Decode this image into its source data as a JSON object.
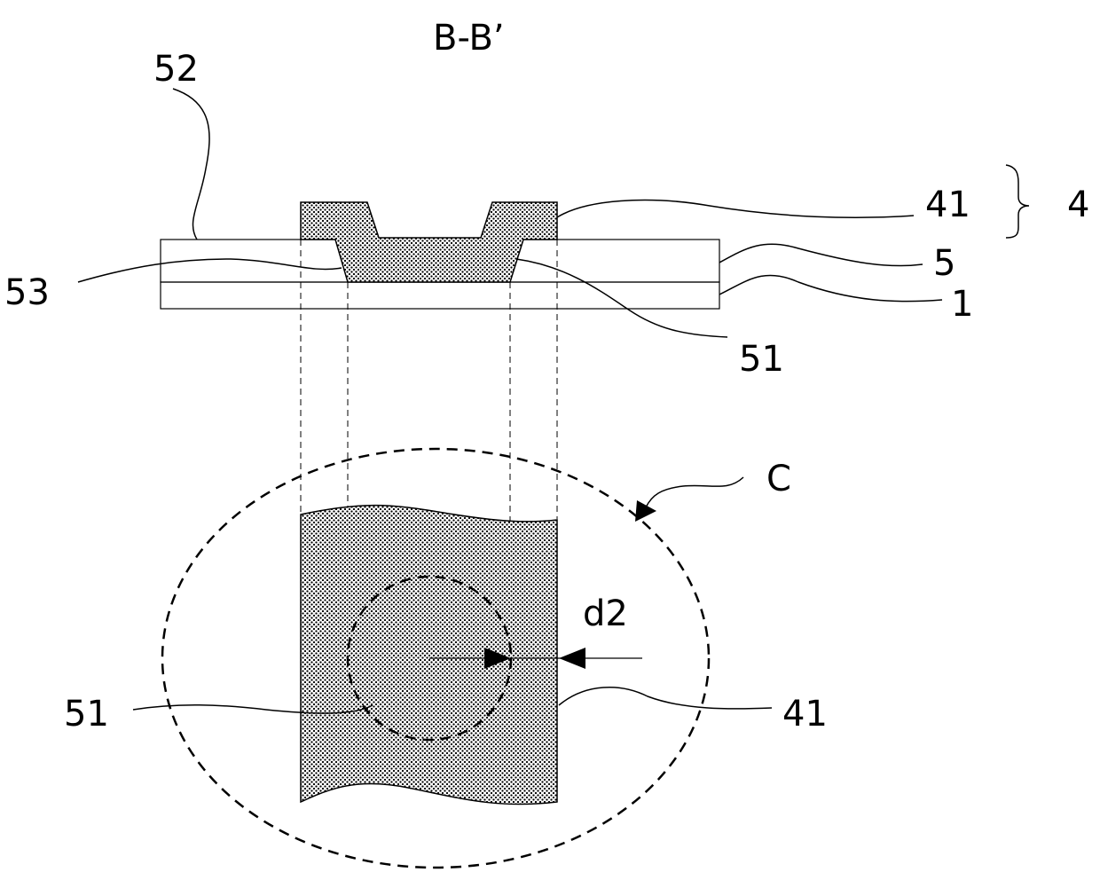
{
  "figure": {
    "title": "B-B’",
    "labels": {
      "l52": "52",
      "l41_top": "41",
      "l4": "4",
      "l5": "5",
      "l1": "1",
      "l53": "53",
      "l51_top": "51",
      "lC": "C",
      "ld2": "d2",
      "l51_bot": "51",
      "l41_bot": "41"
    }
  }
}
